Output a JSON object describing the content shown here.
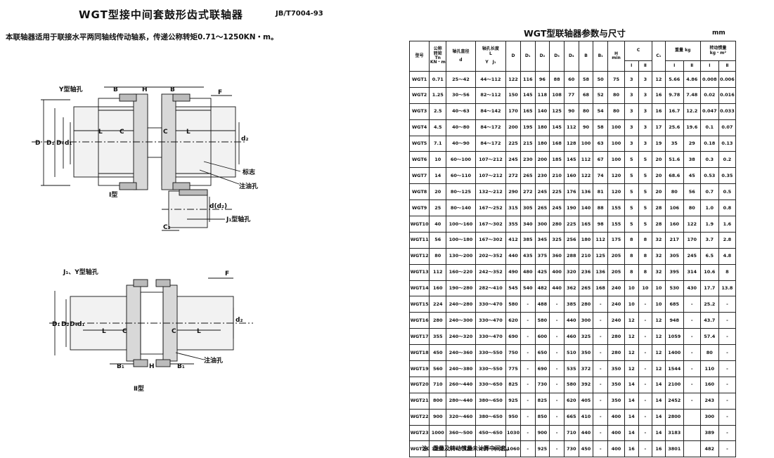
{
  "header": {
    "title": "WGT型接中间套鼓形齿式联轴器",
    "standard": "JB/T7004-93",
    "intro": "本联轴器适用于联接水平两同轴线传动轴系，传递公称转矩0.71～1250KN・m。"
  },
  "drawing": {
    "type1": {
      "caption": "Ⅰ型",
      "bore_label": "Y型轴孔",
      "labels": {
        "B": "B",
        "H": "H",
        "F": "F",
        "L": "L",
        "C": "C",
        "D": "D",
        "D1": "D₁",
        "D4": "D₄",
        "d1": "d₁",
        "d2": "d₂",
        "d": "d(d₂)",
        "C2": "C₂"
      },
      "callout_mark": "标志",
      "callout_oil": "注油孔",
      "j1_bore": "J₁型轴孔"
    },
    "type2": {
      "caption": "Ⅱ型",
      "bore_label": "J₁、Y型轴孔",
      "labels": {
        "F": "F",
        "H": "H",
        "L": "L",
        "C": "C",
        "B1": "B₁",
        "D1": "D₁",
        "D2": "D₂",
        "D4": "D₄",
        "d1": "d₁",
        "d2": "d₂"
      },
      "callout_oil": "注油孔"
    }
  },
  "table": {
    "title": "WGT型联轴器参数与尺寸",
    "unit": "mm",
    "headers": {
      "model": "型号",
      "torque": [
        "公称",
        "转矩",
        "Tn",
        "KN・m"
      ],
      "bore_dia": [
        "轴孔直径",
        "d"
      ],
      "bore_len": [
        "轴孔长度",
        "L",
        "Y　J₁"
      ],
      "D": "D",
      "D1": "D₁",
      "D2": "D₂",
      "D3": "D₃",
      "D4": "D₄",
      "B": "B",
      "B1": "B₁",
      "Hmin": [
        "H",
        "min"
      ],
      "C": "C",
      "C1": "C₁",
      "weight": "重量 kg",
      "inertia": [
        "转动惯量",
        "kg・m²"
      ],
      "sub_I": "Ⅰ",
      "sub_II": "Ⅱ"
    },
    "rows": [
      [
        "WGT1",
        "0.71",
        "25～42",
        "44～112",
        "122",
        "116",
        "96",
        "88",
        "60",
        "58",
        "50",
        "75",
        "3",
        "3",
        "12",
        "5.66",
        "4.86",
        "0.008",
        "0.006"
      ],
      [
        "WGT2",
        "1.25",
        "30～56",
        "82～112",
        "150",
        "145",
        "118",
        "108",
        "77",
        "68",
        "52",
        "80",
        "3",
        "3",
        "16",
        "9.78",
        "7.48",
        "0.02",
        "0.016"
      ],
      [
        "WGT3",
        "2.5",
        "40～63",
        "84～142",
        "170",
        "165",
        "140",
        "125",
        "90",
        "80",
        "54",
        "80",
        "3",
        "3",
        "16",
        "16.7",
        "12.2",
        "0.047",
        "0.033"
      ],
      [
        "WGT4",
        "4.5",
        "40～80",
        "84～172",
        "200",
        "195",
        "180",
        "145",
        "112",
        "90",
        "58",
        "100",
        "3",
        "3",
        "17",
        "25.6",
        "19.6",
        "0.1",
        "0.07"
      ],
      [
        "WGT5",
        "7.1",
        "40～90",
        "84～172",
        "225",
        "215",
        "180",
        "168",
        "128",
        "100",
        "63",
        "100",
        "3",
        "3",
        "19",
        "35",
        "29",
        "0.18",
        "0.13"
      ],
      [
        "WGT6",
        "10",
        "60～100",
        "107～212",
        "245",
        "230",
        "200",
        "185",
        "145",
        "112",
        "67",
        "100",
        "5",
        "5",
        "20",
        "51.6",
        "38",
        "0.3",
        "0.2"
      ],
      [
        "WGT7",
        "14",
        "60～110",
        "107～212",
        "272",
        "265",
        "230",
        "210",
        "160",
        "122",
        "74",
        "120",
        "5",
        "5",
        "20",
        "68.6",
        "45",
        "0.53",
        "0.35"
      ],
      [
        "WGT8",
        "20",
        "80～125",
        "132～212",
        "290",
        "272",
        "245",
        "225",
        "176",
        "136",
        "81",
        "120",
        "5",
        "5",
        "20",
        "80",
        "56",
        "0.7",
        "0.5"
      ],
      [
        "WGT9",
        "25",
        "80～140",
        "167～252",
        "315",
        "305",
        "265",
        "245",
        "190",
        "140",
        "88",
        "155",
        "5",
        "5",
        "28",
        "106",
        "80",
        "1.0",
        "0.8"
      ],
      [
        "WGT10",
        "40",
        "100～160",
        "167～302",
        "355",
        "340",
        "300",
        "280",
        "225",
        "165",
        "98",
        "155",
        "5",
        "5",
        "28",
        "160",
        "122",
        "1.9",
        "1.6"
      ],
      [
        "WGT11",
        "56",
        "100～180",
        "167～302",
        "412",
        "385",
        "345",
        "325",
        "256",
        "180",
        "112",
        "175",
        "8",
        "8",
        "32",
        "217",
        "170",
        "3.7",
        "2.8"
      ],
      [
        "WGT12",
        "80",
        "130～200",
        "202～352",
        "440",
        "435",
        "375",
        "360",
        "288",
        "210",
        "125",
        "205",
        "8",
        "8",
        "32",
        "305",
        "245",
        "6.5",
        "4.8"
      ],
      [
        "WGT13",
        "112",
        "160～220",
        "242～352",
        "490",
        "480",
        "425",
        "400",
        "320",
        "236",
        "136",
        "205",
        "8",
        "8",
        "32",
        "395",
        "314",
        "10.6",
        "8"
      ],
      [
        "WGT14",
        "160",
        "190～280",
        "282～410",
        "545",
        "540",
        "482",
        "440",
        "362",
        "265",
        "168",
        "240",
        "10",
        "10",
        "10",
        "530",
        "430",
        "17.7",
        "13.8"
      ],
      [
        "WGT15",
        "224",
        "240～280",
        "330～470",
        "580",
        "-",
        "488",
        "-",
        "385",
        "280",
        "-",
        "240",
        "10",
        "-",
        "10",
        "685",
        "-",
        "25.2",
        "-"
      ],
      [
        "WGT16",
        "280",
        "240～300",
        "330～470",
        "620",
        "-",
        "580",
        "-",
        "440",
        "300",
        "-",
        "240",
        "12",
        "-",
        "12",
        "948",
        "-",
        "43.7",
        "-"
      ],
      [
        "WGT17",
        "355",
        "240～320",
        "330～470",
        "690",
        "-",
        "600",
        "-",
        "460",
        "325",
        "-",
        "280",
        "12",
        "-",
        "12",
        "1059",
        "-",
        "57.4",
        "-"
      ],
      [
        "WGT18",
        "450",
        "240～360",
        "330～550",
        "750",
        "-",
        "650",
        "-",
        "510",
        "350",
        "-",
        "280",
        "12",
        "-",
        "12",
        "1400",
        "-",
        "80",
        "-"
      ],
      [
        "WGT19",
        "560",
        "240～380",
        "330～550",
        "775",
        "-",
        "690",
        "-",
        "535",
        "372",
        "-",
        "350",
        "12",
        "-",
        "12",
        "1544",
        "-",
        "110",
        "-"
      ],
      [
        "WGT20",
        "710",
        "260～440",
        "330～650",
        "825",
        "-",
        "730",
        "-",
        "580",
        "392",
        "-",
        "350",
        "14",
        "-",
        "14",
        "2100",
        "-",
        "160",
        "-"
      ],
      [
        "WGT21",
        "800",
        "280～440",
        "380～650",
        "925",
        "-",
        "825",
        "-",
        "620",
        "405",
        "-",
        "350",
        "14",
        "-",
        "14",
        "2452",
        "-",
        "243",
        "-"
      ],
      [
        "WGT22",
        "900",
        "320～460",
        "380～650",
        "950",
        "-",
        "850",
        "-",
        "665",
        "410",
        "-",
        "400",
        "14",
        "-",
        "14",
        "2800",
        "",
        "300",
        "-"
      ],
      [
        "WGT23",
        "1000",
        "360～500",
        "450～650",
        "1030",
        "-",
        "900",
        "-",
        "710",
        "440",
        "-",
        "400",
        "14",
        "-",
        "14",
        "3183",
        "",
        "389",
        "-"
      ],
      [
        "WGT24",
        "1250",
        "380～520",
        "450～800",
        "1060",
        "-",
        "925",
        "-",
        "730",
        "450",
        "-",
        "400",
        "16",
        "-",
        "16",
        "3801",
        "",
        "482",
        "-"
      ]
    ],
    "footnote": "注：重量及转动惯量未计算中间套。"
  }
}
